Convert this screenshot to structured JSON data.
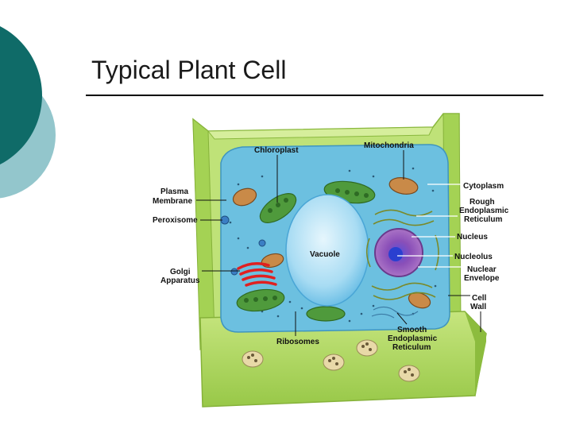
{
  "slide": {
    "title": "Typical Plant Cell"
  },
  "colors": {
    "deco_dark": "#0f6b68",
    "deco_light": "#93c6cc",
    "cell_wall": "#a9d65a",
    "cytoplasm": "#6cc0e0",
    "vacuole": "#bfe6f7",
    "nucleus": "#7f3f9e",
    "chloroplast": "#4f9a3c",
    "mitochondria": "#c98a48",
    "golgi": "#e02020"
  },
  "diagram": {
    "labels": {
      "chloroplast": "Chloroplast",
      "mitochondria": "Mitochondria",
      "plasma_membrane_1": "Plasma",
      "plasma_membrane_2": "Membrane",
      "peroxisome": "Peroxisome",
      "golgi_1": "Golgi",
      "golgi_2": "Apparatus",
      "ribosomes": "Ribosomes",
      "vacuole": "Vacuole",
      "cytoplasm": "Cytoplasm",
      "rough_er_1": "Rough",
      "rough_er_2": "Endoplasmic",
      "rough_er_3": "Reticulum",
      "nucleus": "Nucleus",
      "nucleolus": "Nucleolus",
      "nuclear_envelope_1": "Nuclear",
      "nuclear_envelope_2": "Envelope",
      "cell_wall_1": "Cell",
      "cell_wall_2": "Wall",
      "smooth_er_1": "Smooth",
      "smooth_er_2": "Endoplasmic",
      "smooth_er_3": "Reticulum"
    }
  }
}
